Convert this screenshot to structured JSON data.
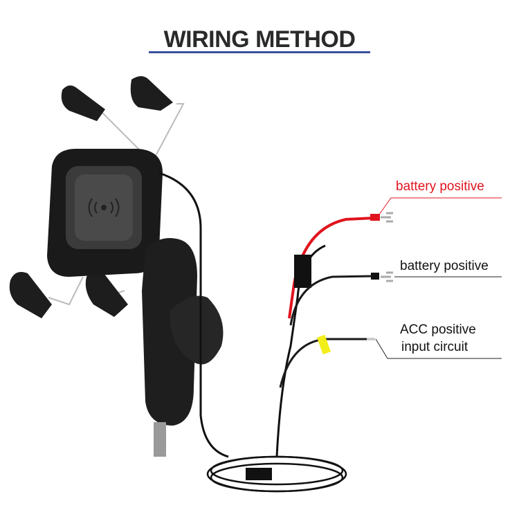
{
  "title": "WIRING METHOD",
  "labels": {
    "battery_positive_red": "battery positive",
    "battery_positive_black": "battery positive",
    "acc_line1": "ACC positive",
    "acc_line2": "input circuit"
  },
  "colors": {
    "title_rule": "#3a4f9e",
    "red_wire": "#e0141e",
    "black_wire": "#1a1a1a",
    "tag": "#f2ee1a"
  }
}
